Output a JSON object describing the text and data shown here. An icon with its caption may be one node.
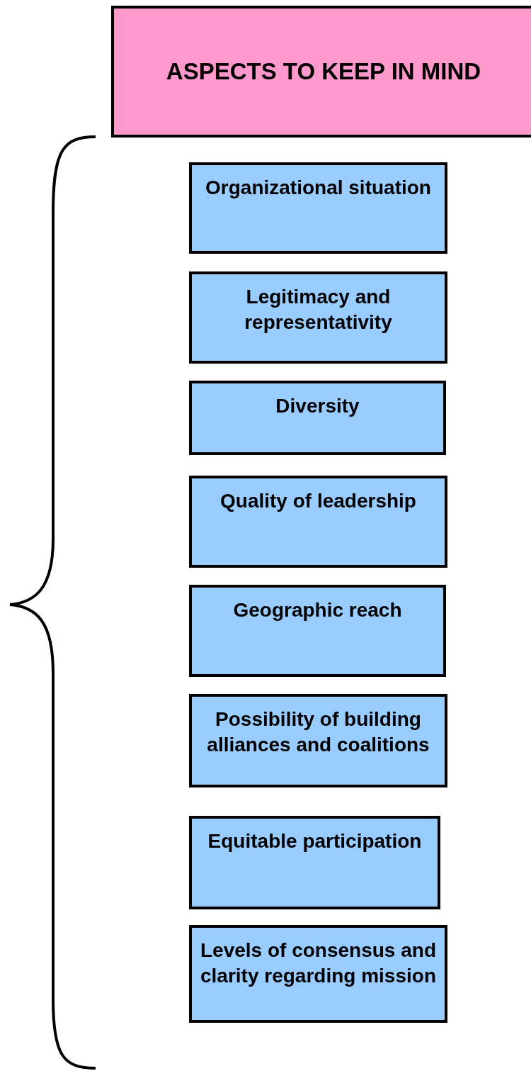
{
  "diagram": {
    "nodes": [
      {
        "text": [
          "ASPECTS TO KEEP IN MIND"
        ]
      },
      {
        "text": [
          "Organizational situation"
        ]
      },
      {
        "text": [
          "Legitimacy and representativity"
        ]
      },
      {
        "text": [
          "Diversity"
        ]
      },
      {
        "text": [
          "Quality of leadership"
        ]
      },
      {
        "text": [
          "Geographic reach"
        ]
      },
      {
        "text": [
          "Possibility of building alliances and coalitions"
        ]
      },
      {
        "text": [
          "Equitable participation"
        ]
      },
      {
        "text": [
          "Levels of consensus and clarity regarding mission"
        ]
      }
    ]
  }
}
